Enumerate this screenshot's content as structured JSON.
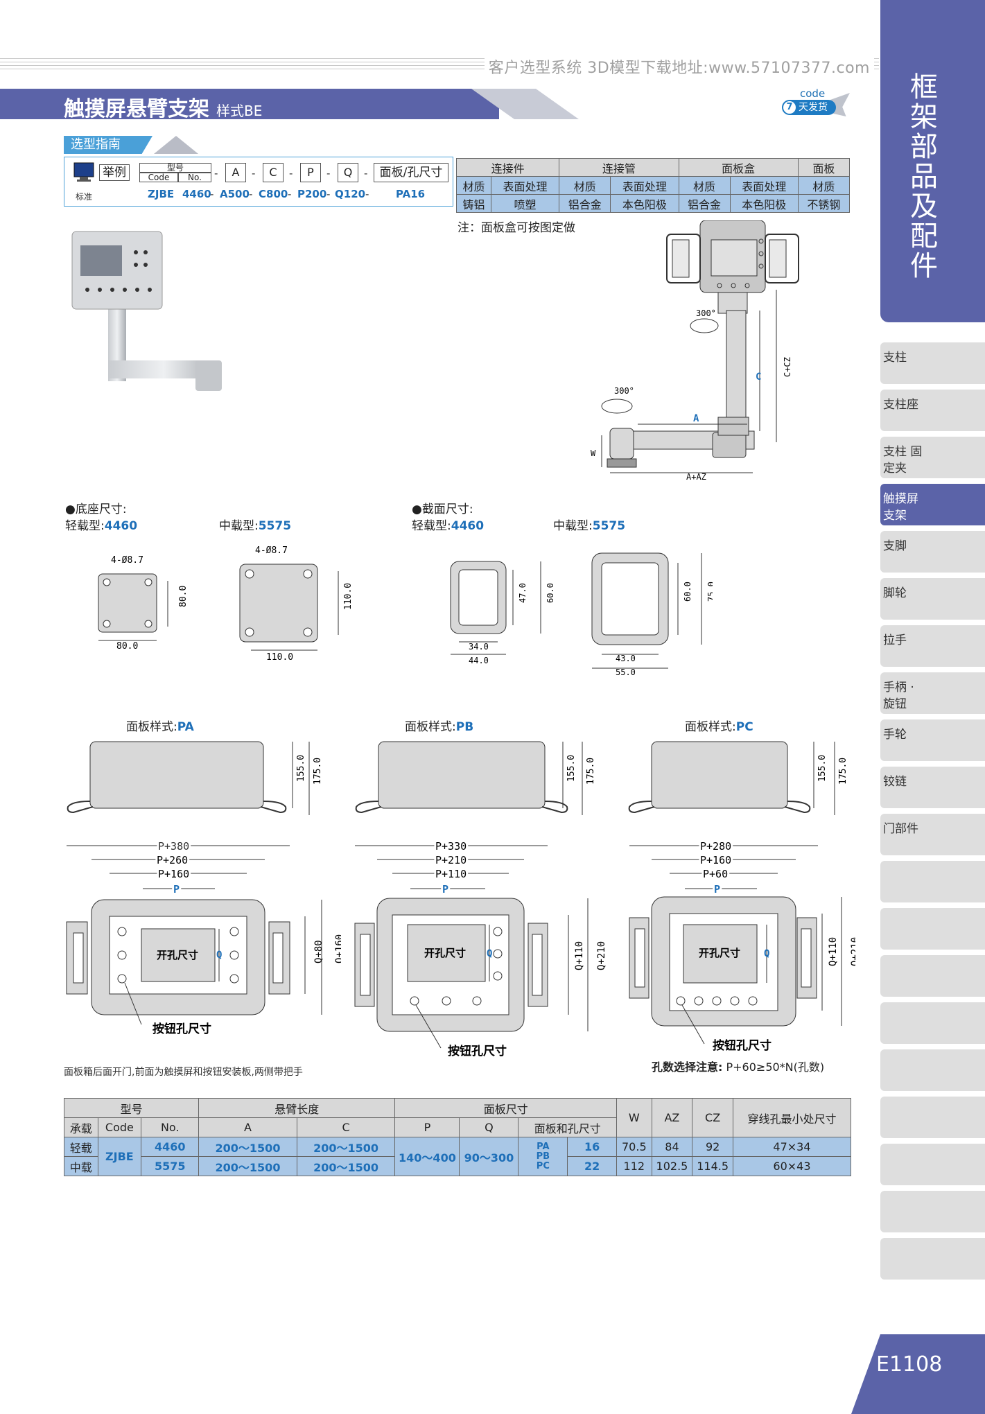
{
  "header": {
    "topline": "客户选型系统 3D模型下载地址:www.57107377.com",
    "title": "触摸屏悬臂支架",
    "title_style": "样式BE",
    "code_label": "code",
    "code_num": "7",
    "code_text": "天发货"
  },
  "sidebar": {
    "heading": "框架部品及配件",
    "items": [
      "支柱",
      "支柱座",
      "支柱 固定夹",
      "触摸屏 支架",
      "支脚",
      "脚轮",
      "拉手",
      "手柄 · 旋钮",
      "手轮",
      "铰链",
      "门部件"
    ],
    "page_number": "E1108"
  },
  "guide": {
    "tab": "选型指南",
    "example": "举例",
    "standard": "标准",
    "model_label": "型号",
    "code_label": "Code",
    "no_label": "No.",
    "fields": [
      "A",
      "C",
      "P",
      "Q",
      "面板/孔尺寸"
    ],
    "example_values": [
      "ZJBE",
      "4460",
      "A500",
      "C800",
      "P200",
      "Q120",
      "PA16"
    ]
  },
  "material_table": {
    "groups": [
      "连接件",
      "连接管",
      "面板盒",
      "面板"
    ],
    "subheaders": [
      "材质",
      "表面处理",
      "材质",
      "表面处理",
      "材质",
      "表面处理",
      "材质"
    ],
    "values": [
      "铸铝",
      "喷塑",
      "铝合金",
      "本色阳极",
      "铝合金",
      "本色阳极",
      "不锈钢"
    ]
  },
  "note": "注：面板盒可按图定做",
  "base": {
    "title": "●底座尺寸:",
    "light_label": "轻载型:",
    "light_code": "4460",
    "medium_label": "中载型:",
    "medium_code": "5575",
    "light_hole": "4-Ø8.7",
    "light_w": "80.0",
    "light_h": "80.0",
    "medium_hole": "4-Ø8.7",
    "medium_w": "110.0",
    "medium_h": "110.0"
  },
  "section": {
    "title": "●截面尺寸:",
    "light_label": "轻载型:",
    "light_code": "4460",
    "medium_label": "中载型:",
    "medium_code": "5575",
    "l_inner_w": "34.0",
    "l_outer_w": "44.0",
    "l_inner_h": "47.0",
    "l_outer_h": "60.0",
    "m_inner_w": "43.0",
    "m_outer_w": "55.0",
    "m_inner_h": "60.0",
    "m_outer_h": "75.0"
  },
  "arm_drawing": {
    "rot1": "300°",
    "rot2": "300°",
    "dim_c": "C",
    "dim_ccz": "C+CZ",
    "dim_a": "A",
    "dim_aaz": "A+AZ",
    "dim_w": "W"
  },
  "panels": [
    {
      "label": "面板样式:",
      "code": "PA",
      "d1": "155.0",
      "d2": "175.0",
      "w1": "P+380",
      "w2": "P+260",
      "w3": "P+160",
      "p": "P",
      "q": "Q",
      "h1": "Q+80",
      "h2": "Q+160",
      "cutout": "开孔尺寸",
      "button": "按钮孔尺寸"
    },
    {
      "label": "面板样式:",
      "code": "PB",
      "d1": "155.0",
      "d2": "175.0",
      "w1": "P+330",
      "w2": "P+210",
      "w3": "P+110",
      "p": "P",
      "q": "Q",
      "h1": "Q+110",
      "h2": "Q+210",
      "cutout": "开孔尺寸",
      "button": "按钮孔尺寸"
    },
    {
      "label": "面板样式:",
      "code": "PC",
      "d1": "155.0",
      "d2": "175.0",
      "w1": "P+280",
      "w2": "P+160",
      "w3": "P+60",
      "p": "P",
      "q": "Q",
      "h1": "Q+110",
      "h2": "Q+210",
      "cutout": "开孔尺寸",
      "button": "按钮孔尺寸"
    }
  ],
  "caption": "面板箱后面开门,前面为触摸屏和按钮安装板,两侧带把手",
  "hole_note_label": "孔数选择注意:",
  "hole_note_formula": "P+60≥50*N(孔数)",
  "spec_table": {
    "h_model": "型号",
    "h_arm": "悬臂长度",
    "h_panel": "面板尺寸",
    "h_w": "W",
    "h_az": "AZ",
    "h_cz": "CZ",
    "h_min": "穿线孔最小处尺寸",
    "h_load": "承载",
    "h_code": "Code",
    "h_no": "No.",
    "h_a": "A",
    "h_c": "C",
    "h_p": "P",
    "h_q": "Q",
    "h_ph": "面板和孔尺寸",
    "code": "ZJBE",
    "p_range": "140～400",
    "q_range": "90～300",
    "panel_codes": [
      "PA",
      "PB",
      "PC"
    ],
    "rows": [
      {
        "load": "轻载",
        "no": "4460",
        "a": "200～1500",
        "c": "200～1500",
        "hole": "16",
        "w": "70.5",
        "az": "84",
        "cz": "92",
        "min": "47×34"
      },
      {
        "load": "中载",
        "no": "5575",
        "a": "200～1500",
        "c": "200～1500",
        "hole": "22",
        "w": "112",
        "az": "102.5",
        "cz": "114.5",
        "min": "60×43"
      }
    ]
  }
}
